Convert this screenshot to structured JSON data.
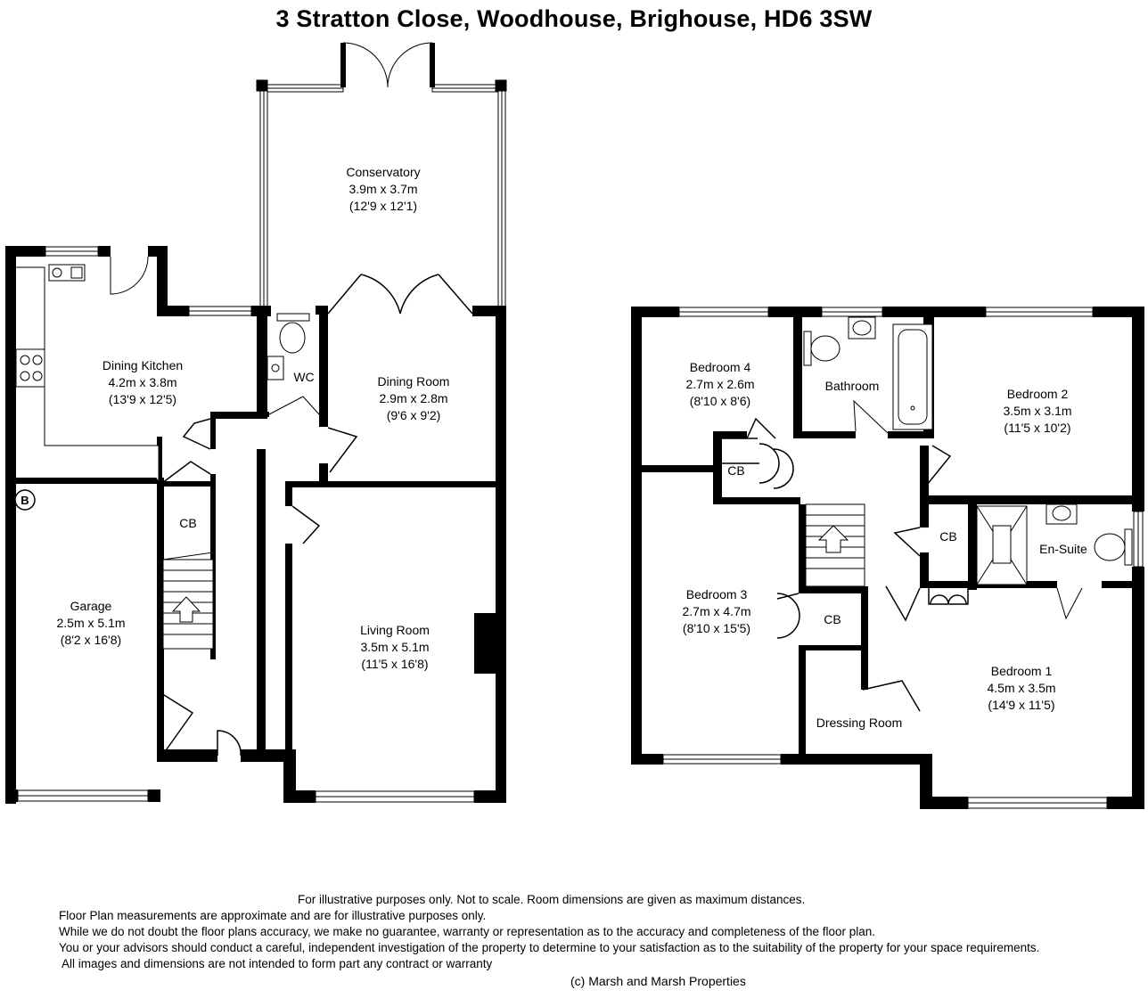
{
  "title": "3 Stratton Close, Woodhouse, Brighouse, HD6 3SW",
  "ground_floor": {
    "conservatory": {
      "name": "Conservatory",
      "metric": "3.9m x 3.7m",
      "imperial": "(12'9 x 12'1)"
    },
    "dining_kitchen": {
      "name": "Dining Kitchen",
      "metric": "4.2m x 3.8m",
      "imperial": "(13'9 x 12'5)"
    },
    "wc": {
      "name": "WC"
    },
    "dining_room": {
      "name": "Dining Room",
      "metric": "2.9m x 2.8m",
      "imperial": "(9'6 x 9'2)"
    },
    "cb": {
      "name": "CB"
    },
    "garage": {
      "name": "Garage",
      "metric": "2.5m x 5.1m",
      "imperial": "(8'2 x 16'8)"
    },
    "living_room": {
      "name": "Living Room",
      "metric": "3.5m x 5.1m",
      "imperial": "(11'5 x 16'8)"
    },
    "boiler": {
      "symbol": "B"
    }
  },
  "first_floor": {
    "bedroom4": {
      "name": "Bedroom 4",
      "metric": "2.7m x 2.6m",
      "imperial": "(8'10 x 8'6)"
    },
    "bathroom": {
      "name": "Bathroom"
    },
    "bedroom2": {
      "name": "Bedroom 2",
      "metric": "3.5m x 3.1m",
      "imperial": "(11'5 x 10'2)"
    },
    "cb1": {
      "name": "CB"
    },
    "cb2": {
      "name": "CB"
    },
    "cb3": {
      "name": "CB"
    },
    "ensuite": {
      "name": "En-Suite"
    },
    "bedroom3": {
      "name": "Bedroom 3",
      "metric": "2.7m x 4.7m",
      "imperial": "(8'10 x 15'5)"
    },
    "bedroom1": {
      "name": "Bedroom 1",
      "metric": "4.5m x 3.5m",
      "imperial": "(14'9 x 11'5)"
    },
    "dressing_room": {
      "name": "Dressing Room"
    }
  },
  "disclaimer": {
    "line1": "For illustrative purposes only.  Not to scale.  Room dimensions are given as maximum distances.",
    "line2": "Floor Plan measurements are approximate and are for illustrative purposes only.",
    "line3": "While we do not doubt the floor plans accuracy, we make no guarantee, warranty or representation as to the accuracy and completeness of the floor plan.",
    "line4": "You or your advisors should conduct a careful, independent investigation of the property to determine to your satisfaction as to the suitability of the property for your space requirements.",
    "line5": " All images and dimensions are not intended to form part any contract or warranty",
    "copyright": "(c) Marsh and Marsh Properties"
  }
}
